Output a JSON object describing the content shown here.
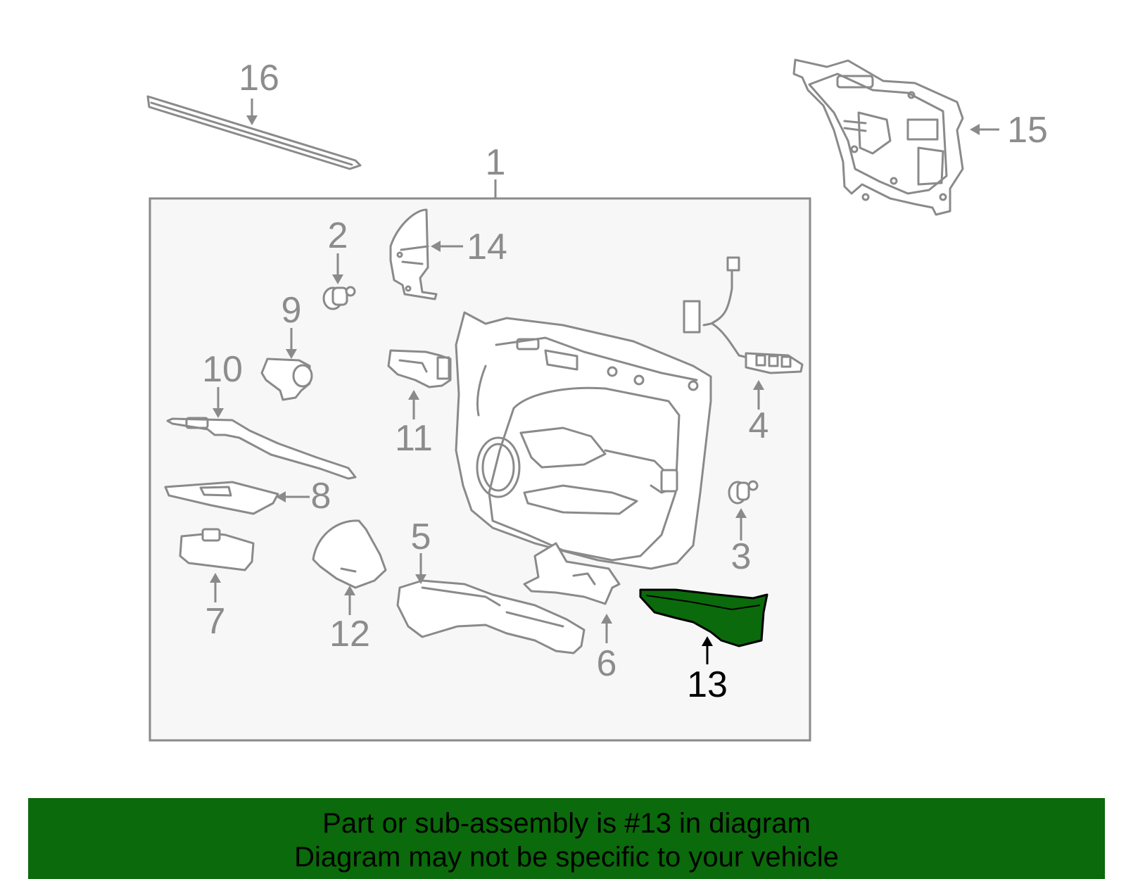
{
  "diagram": {
    "callouts": {
      "c1": "1",
      "c2": "2",
      "c3": "3",
      "c4": "4",
      "c5": "5",
      "c6": "6",
      "c7": "7",
      "c8": "8",
      "c9": "9",
      "c10": "10",
      "c11": "11",
      "c12": "12",
      "c13": "13",
      "c14": "14",
      "c15": "15",
      "c16": "16"
    },
    "highlighted_part": "13",
    "colors": {
      "highlight_fill": "#0b6a0b",
      "part_stroke": "#8a8a8a",
      "callout_text": "#8c8c8c",
      "panel_background": "#f7f7f7"
    }
  },
  "banner": {
    "line1": "Part or sub-assembly is #13 in diagram",
    "line2": "Diagram may not be specific to your vehicle",
    "background": "#0b6a0b"
  }
}
